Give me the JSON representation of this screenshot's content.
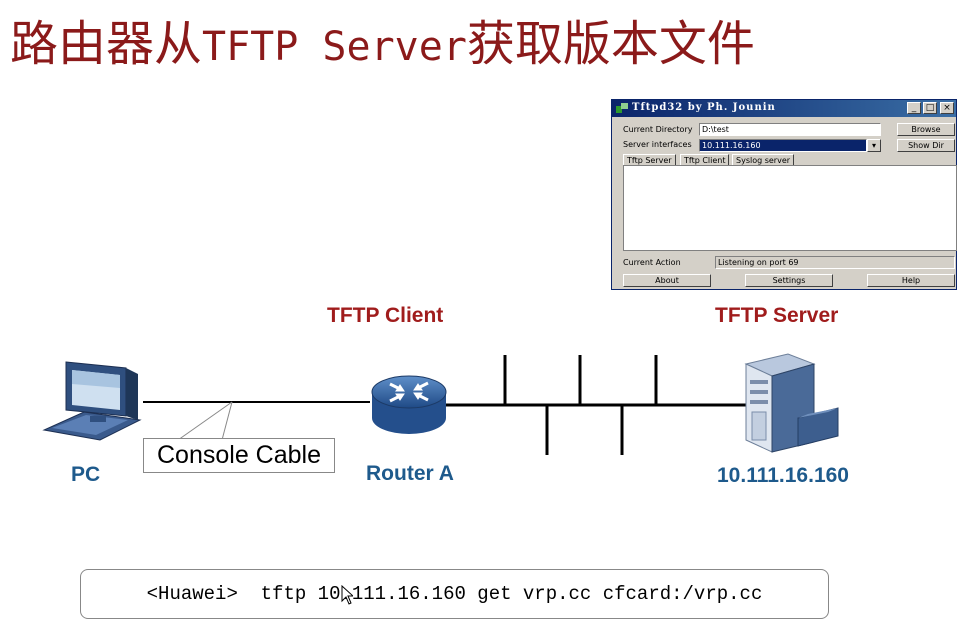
{
  "title": {
    "prefix": "路由器从",
    "mono": "TFTP Server",
    "suffix": "获取版本文件"
  },
  "roles": {
    "client": "TFTP Client",
    "server": "TFTP Server"
  },
  "devices": {
    "pc": "PC",
    "router": "Router A",
    "server_ip": "10.111.16.160"
  },
  "cable_label": "Console Cable",
  "command": "<Huawei>  tftp 10.111.16.160 get vrp.cc cfcard:/vrp.cc",
  "tftpd_window": {
    "title": "Tftpd32 by Ph. Jounin",
    "current_directory_label": "Current Directory",
    "current_directory_value": "D:\\test",
    "server_interfaces_label": "Server interfaces",
    "server_interfaces_value": "10.111.16.160",
    "browse_button": "Browse",
    "show_dir_button": "Show Dir",
    "tabs": [
      "Tftp Server",
      "Tftp Client",
      "Syslog server"
    ],
    "current_action_label": "Current Action",
    "current_action_value": "Listening on port 69",
    "about_button": "About",
    "settings_button": "Settings",
    "help_button": "Help",
    "accent_color": "#0a246a"
  },
  "colors": {
    "title": "#8b1a1a",
    "role_label": "#a01c1c",
    "device_label": "#1e5a8c"
  }
}
